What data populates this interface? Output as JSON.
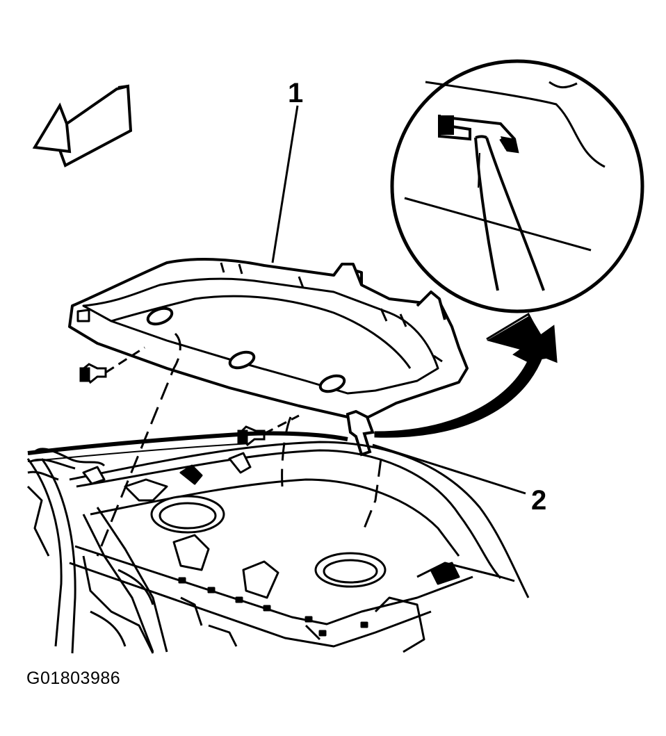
{
  "callouts": [
    {
      "id": "1",
      "label": "1"
    },
    {
      "id": "2",
      "label": "2"
    }
  ],
  "figure_code": "G01803986",
  "colors": {
    "line": "#000000",
    "background": "#ffffff"
  },
  "icons": [
    "direction-arrow-icon",
    "curved-lift-arrow-icon",
    "push-pin-retainer-icon"
  ]
}
